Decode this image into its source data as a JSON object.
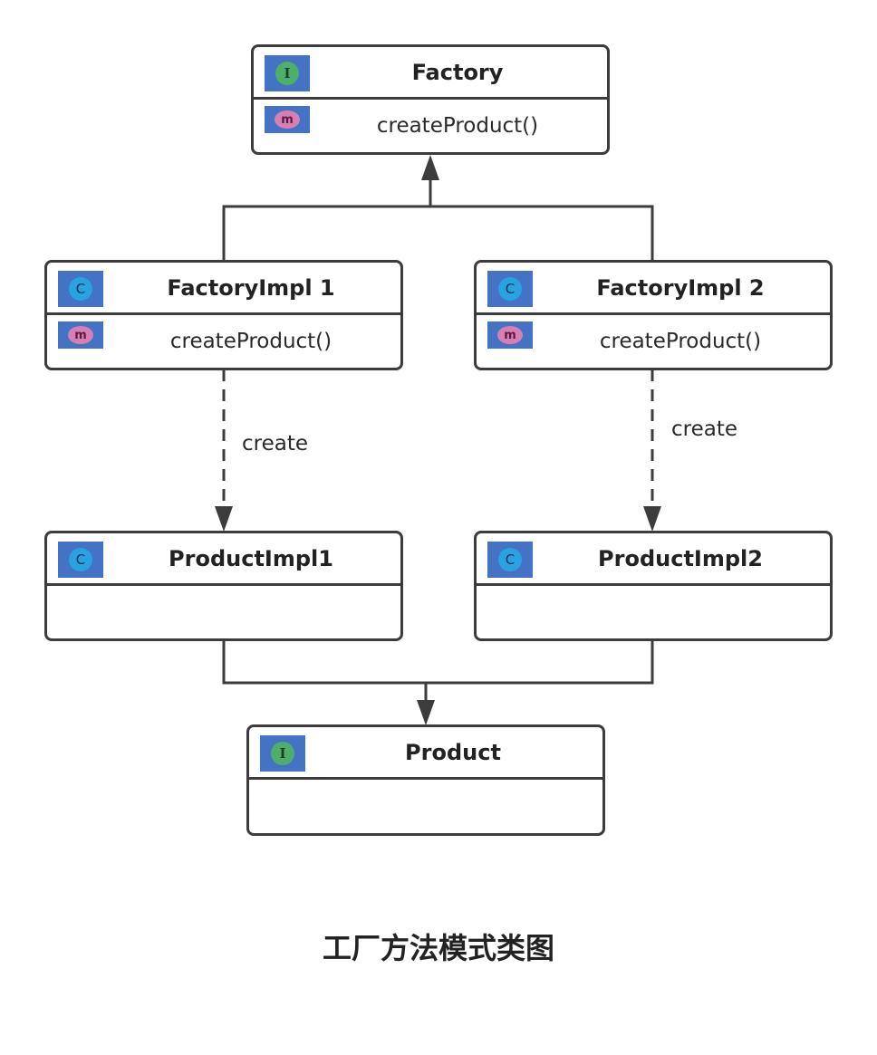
{
  "diagram": {
    "caption": "工厂方法模式类图",
    "nodes": {
      "factory": {
        "name": "Factory",
        "kind": "I",
        "method": "createProduct()",
        "method_icon": "m"
      },
      "factory_impl_1": {
        "name": "FactoryImpl 1",
        "kind": "C",
        "method": "createProduct()",
        "method_icon": "m"
      },
      "factory_impl_2": {
        "name": "FactoryImpl 2",
        "kind": "C",
        "method": "createProduct()",
        "method_icon": "m"
      },
      "product_impl_1": {
        "name": "ProductImpl1",
        "kind": "C"
      },
      "product_impl_2": {
        "name": "ProductImpl2",
        "kind": "C"
      },
      "product": {
        "name": "Product",
        "kind": "I"
      }
    },
    "edges": {
      "create_left": "create",
      "create_right": "create"
    },
    "colors": {
      "border": "#3c3c3c",
      "badge_bg": "#4472c4",
      "interface_dot": "#4fae6a",
      "class_dot": "#29a3e0",
      "method_dot": "#d77fb3"
    },
    "icons": {
      "interface": "interface-icon",
      "class": "class-icon",
      "method": "method-icon"
    }
  }
}
